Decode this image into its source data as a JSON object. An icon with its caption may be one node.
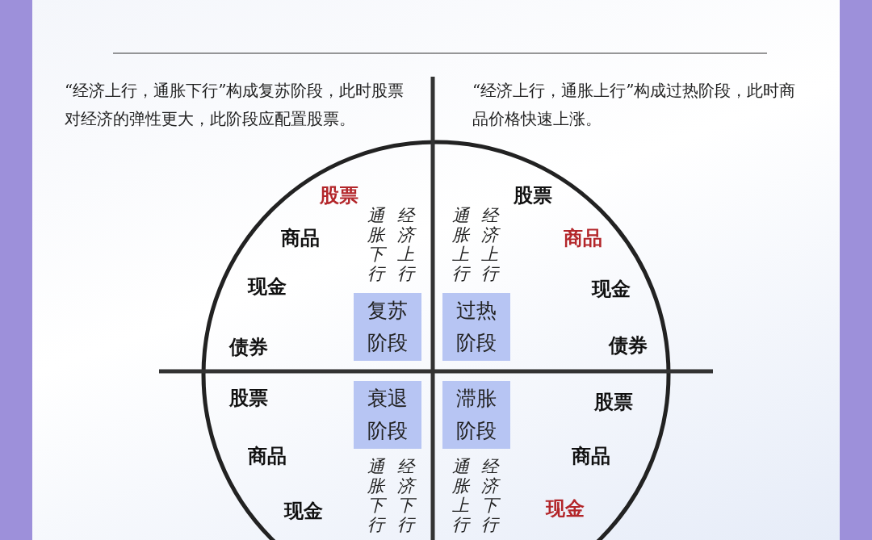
{
  "diagram": {
    "nodes": [
      {
        "text": [
          "复苏阶段"
        ]
      },
      {
        "text": [
          "过热阶段"
        ]
      },
      {
        "text": [
          "衰退阶段"
        ]
      },
      {
        "text": [
          "滞胀阶段"
        ]
      }
    ],
    "labels": [
      "“经济上行，通胀下行”构成复苏阶段，此时股票对经济的弹性更大，此阶段应配置股票。",
      "“经济上行，通胀上行”构成过热阶段，此时商品价格快速上涨。",
      "股票",
      "商品",
      "现金",
      "债券",
      "通胀下行",
      "经济上行",
      "通胀上行",
      "经济上行",
      "股票",
      "商品",
      "现金",
      "债券",
      "股票",
      "商品",
      "现金",
      "通胀下行",
      "经济下行",
      "股票",
      "商品",
      "现金",
      "通胀上行",
      "经济下行"
    ]
  }
}
